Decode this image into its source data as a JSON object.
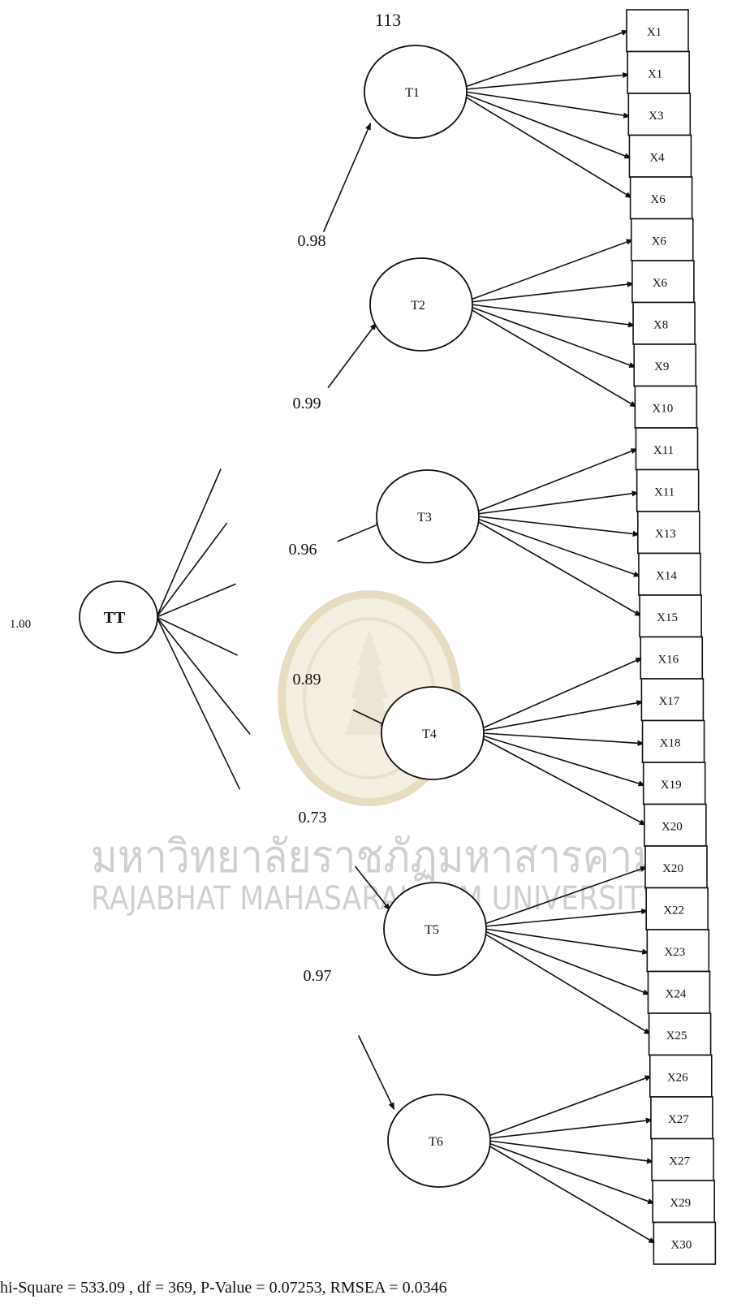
{
  "page_number": "113",
  "root": {
    "label": "TT",
    "variance": "1.00"
  },
  "factors": [
    {
      "label": "T1",
      "loading": "0.98",
      "items": [
        "X1",
        "X1",
        "X3",
        "X4",
        "X6"
      ]
    },
    {
      "label": "T2",
      "loading": "0.99",
      "items": [
        "X6",
        "X6",
        "X8",
        "X9",
        "X10"
      ]
    },
    {
      "label": "T3",
      "loading": "0.96",
      "items": [
        "X11",
        "X11",
        "X13",
        "X14",
        "X15"
      ]
    },
    {
      "label": "T4",
      "loading": "0.89",
      "items": [
        "X16",
        "X17",
        "X18",
        "X19",
        "X20"
      ]
    },
    {
      "label": "T5",
      "loading": "0.73",
      "items": [
        "X20",
        "X22",
        "X23",
        "X24",
        "X25"
      ]
    },
    {
      "label": "T6",
      "loading": "0.97",
      "items": [
        "X26",
        "X27",
        "X27",
        "X29",
        "X30"
      ]
    }
  ],
  "fit_statistics": "hi-Square = 533.09 , df = 369, P-Value = 0.07253, RMSEA = 0.0346",
  "watermark": {
    "thai": "มหาวิทยาลัยราชภัฏมหาสารคาม",
    "english": "RAJABHAT MAHASARAKHAM UNIVERSITY"
  }
}
